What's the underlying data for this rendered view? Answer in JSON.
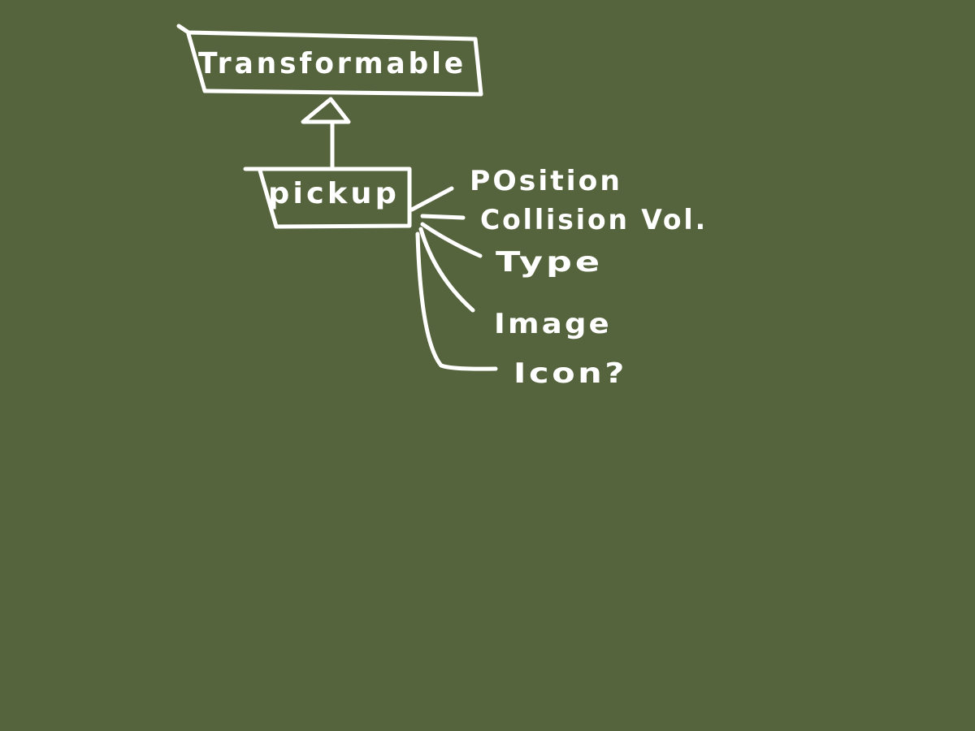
{
  "diagram": {
    "nodes": {
      "parent": {
        "label": "Transformable"
      },
      "child": {
        "label": "pickup"
      }
    },
    "relationship": "inheritance",
    "attributes": [
      {
        "label": "POsition"
      },
      {
        "label": "Collision Vol."
      },
      {
        "label": "Type"
      },
      {
        "label": "Image"
      },
      {
        "label": "Icon?"
      }
    ]
  },
  "colors": {
    "background": "#56643e",
    "chalk": "#ffffff"
  }
}
